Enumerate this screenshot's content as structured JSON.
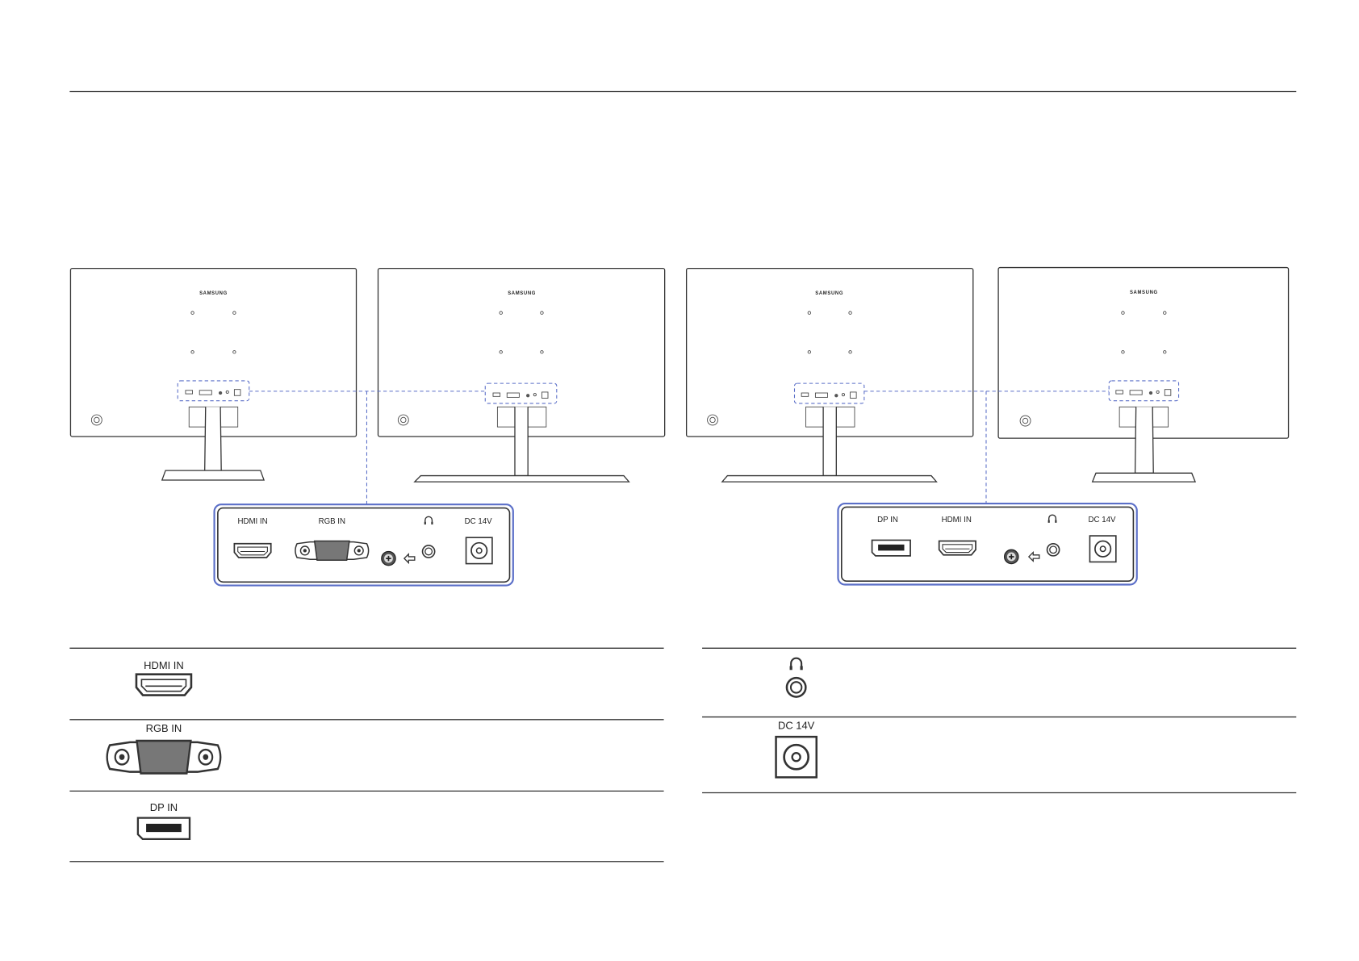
{
  "monitors": [
    {
      "brand": "SAMSUNG",
      "stand": "narrow"
    },
    {
      "brand": "SAMSUNG",
      "stand": "wide"
    },
    {
      "brand": "SAMSUNG",
      "stand": "wide"
    },
    {
      "brand": "SAMSUNG",
      "stand": "narrow"
    }
  ],
  "callout_left": {
    "ports": [
      "HDMI IN",
      "RGB IN",
      "headphone-icon",
      "DC 14V"
    ],
    "hdmi": "HDMI IN",
    "rgb": "RGB IN",
    "dc": "DC 14V"
  },
  "callout_right": {
    "dp": "DP IN",
    "hdmi": "HDMI IN",
    "dc": "DC 14V"
  },
  "table_left": {
    "rows": [
      {
        "label": "HDMI IN",
        "icon": "hdmi-port-icon"
      },
      {
        "label": "RGB IN",
        "icon": "vga-port-icon"
      },
      {
        "label": "DP IN",
        "icon": "displayport-icon"
      }
    ]
  },
  "table_right": {
    "rows": [
      {
        "label": "",
        "icon": "headphone-jack-icon"
      },
      {
        "label": "DC 14V",
        "icon": "dc-power-port-icon"
      }
    ]
  },
  "colors": {
    "callout_border": "#5b6fc8",
    "line": "#333333"
  }
}
